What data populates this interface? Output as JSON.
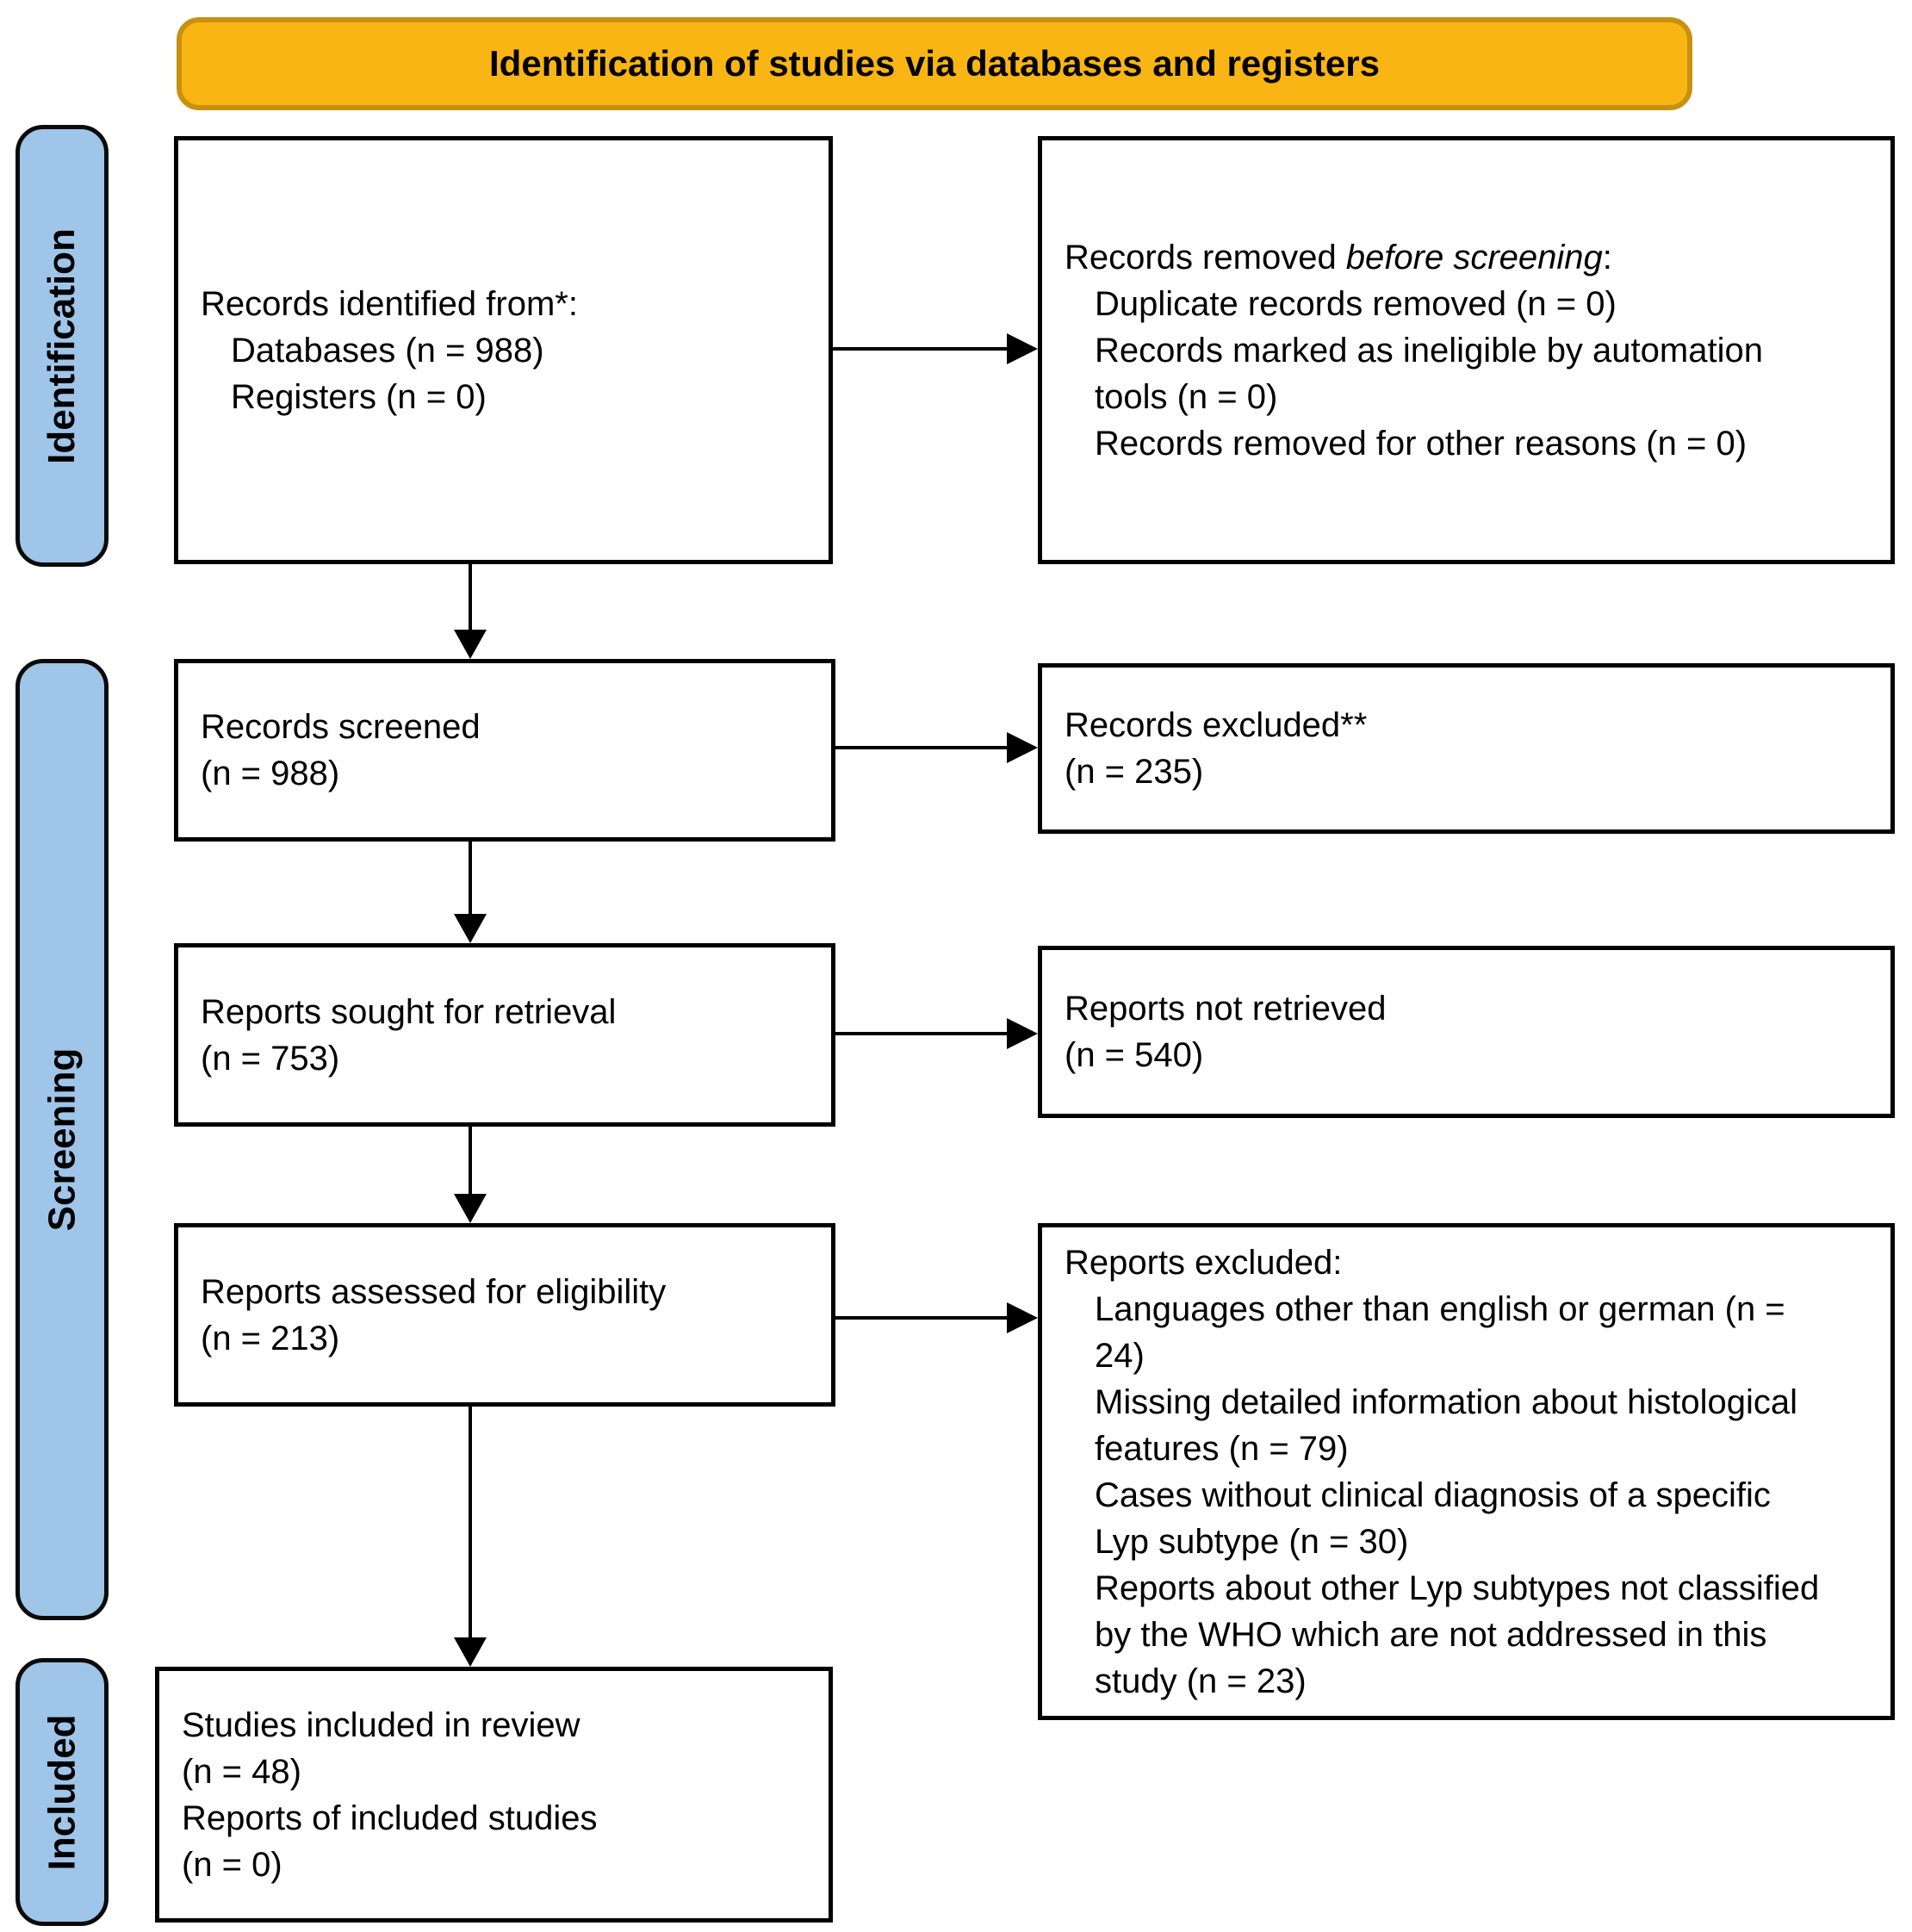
{
  "banner": {
    "title": "Identification of studies via databases and registers"
  },
  "sidebar": {
    "identification": {
      "label": "Identification"
    },
    "screening": {
      "label": "Screening"
    },
    "included": {
      "label": "Included"
    }
  },
  "boxes": {
    "records_identified": {
      "title": "Records identified from*:",
      "items": [
        "Databases (n = 988)",
        "Registers (n = 0)"
      ]
    },
    "records_removed": {
      "title_prefix": "Records removed ",
      "title_emphasis": "before screening",
      "title_suffix": ":",
      "items": [
        "Duplicate records removed (n = 0)",
        "Records marked as ineligible by automation tools (n = 0)",
        "Records removed for other reasons (n = 0)"
      ]
    },
    "records_screened": {
      "lines": [
        "Records screened",
        "(n = 988)"
      ]
    },
    "records_excluded": {
      "lines": [
        "Records excluded**",
        "(n = 235)"
      ]
    },
    "reports_sought": {
      "lines": [
        "Reports sought for retrieval",
        "(n = 753)"
      ]
    },
    "reports_not_retrieved": {
      "lines": [
        "Reports not retrieved",
        "(n = 540)"
      ]
    },
    "reports_assessed": {
      "lines": [
        "Reports assessed for eligibility",
        "(n = 213)"
      ]
    },
    "reports_excluded": {
      "title": "Reports excluded:",
      "items": [
        "Languages other than english or german (n = 24)",
        "Missing detailed information about histological features (n = 79)",
        "Cases without clinical diagnosis of a specific Lyp subtype (n = 30)",
        "Reports about other Lyp subtypes not classified by the WHO which are not addressed in this study (n = 23)"
      ]
    },
    "studies_included": {
      "lines": [
        "Studies included in review",
        "(n = 48)",
        "Reports of included studies",
        "(n = 0)"
      ]
    }
  },
  "colors": {
    "banner_fill": "#F9B513",
    "banner_border": "#C79110",
    "stage_fill": "#9FC5E8",
    "box_border": "#000000"
  }
}
